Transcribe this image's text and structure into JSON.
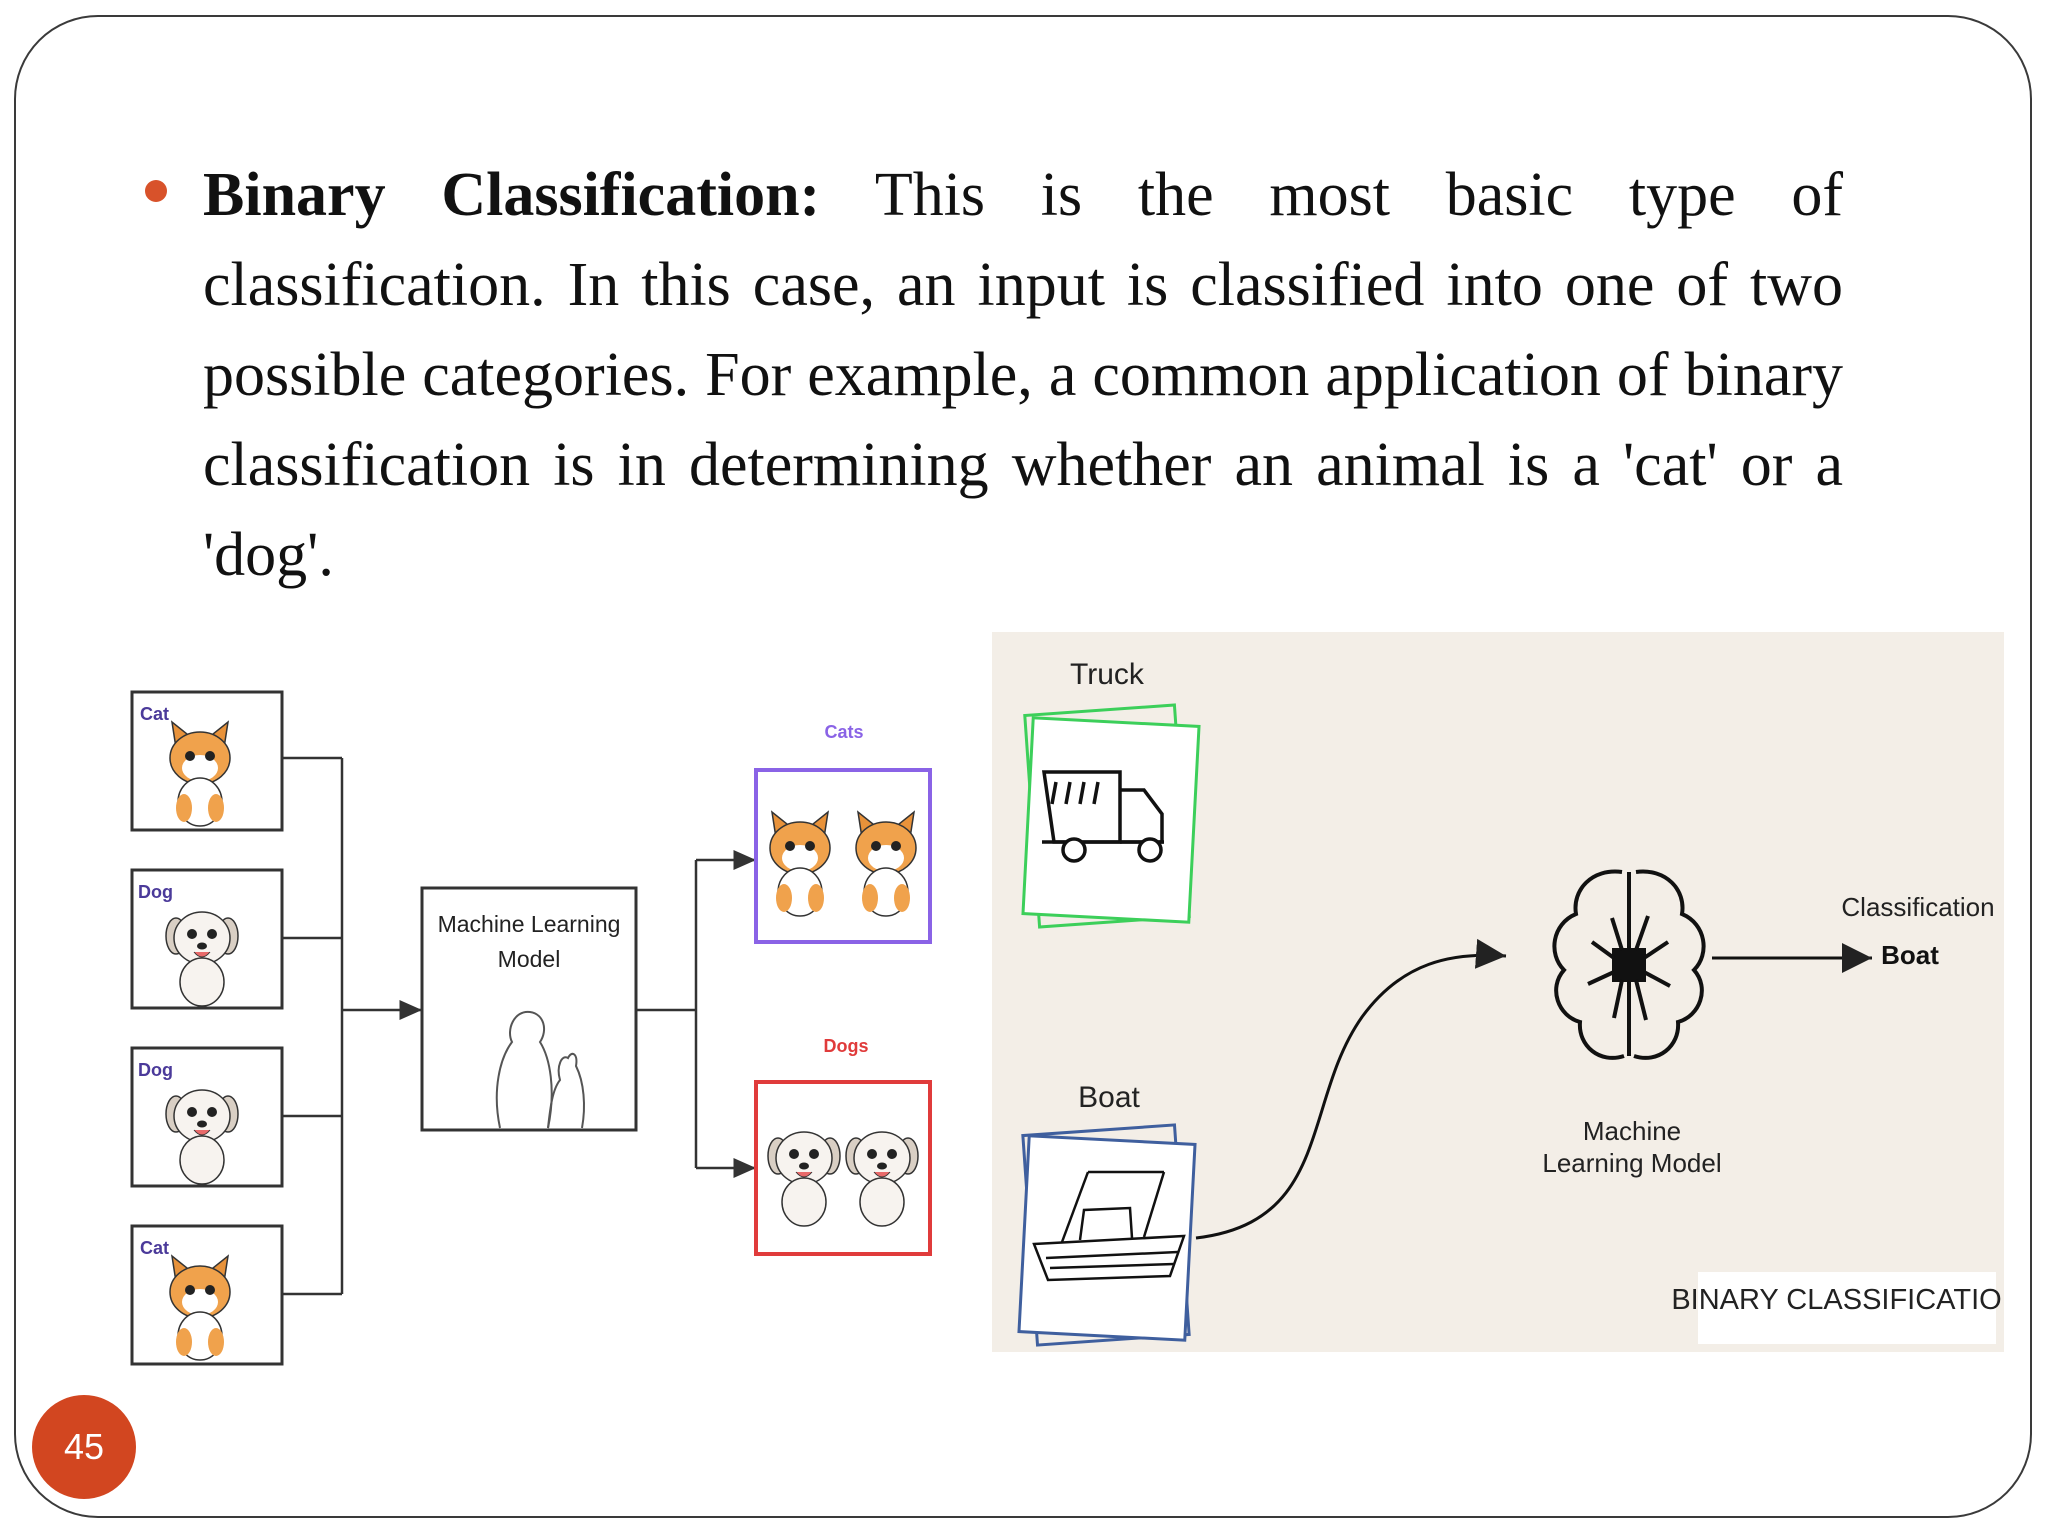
{
  "bullet": {
    "term": "Binary Classification:",
    "body": " This is the most basic type of classification. In this case, an input is classified into one of two possible categories. For example, a common application of binary classification is in determining whether an animal is a 'cat' or a 'dog'."
  },
  "left_diagram": {
    "inputs": [
      "Cat",
      "Dog",
      "Dog",
      "Cat"
    ],
    "model_label_line1": "Machine Learning",
    "model_label_line2": "Model",
    "outputs": {
      "cats_label": "Cats",
      "dogs_label": "Dogs"
    }
  },
  "right_diagram": {
    "truck_label": "Truck",
    "boat_label": "Boat",
    "model_label_line1": "Machine",
    "model_label_line2": "Learning Model",
    "classification_label": "Classification",
    "classification_value": "Boat",
    "caption": "BINARY CLASSIFICATION"
  },
  "page_number": "45",
  "colors": {
    "bullet": "#d8522a",
    "badge": "#d24620",
    "cats_box": "#8a63e6",
    "dogs_box": "#e03b3b",
    "truck_frame": "#3ccf5a",
    "boat_frame": "#3f5f9e",
    "panel_bg": "#f3eee7"
  }
}
